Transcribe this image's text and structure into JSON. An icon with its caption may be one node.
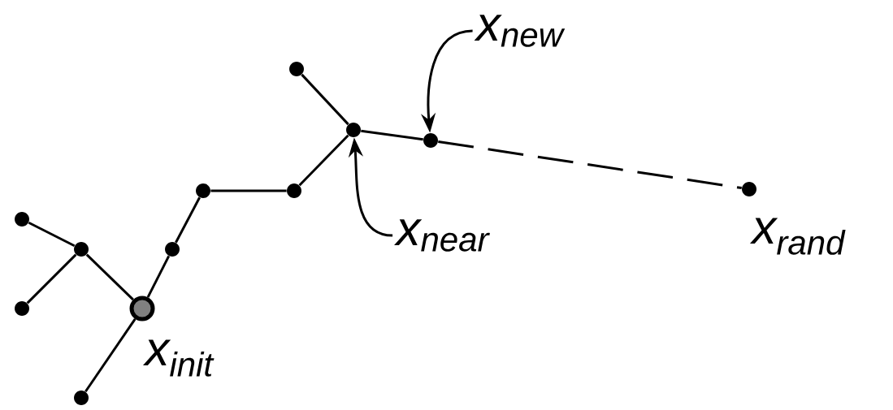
{
  "diagram": {
    "nodes": [
      {
        "text": [],
        "shape": "circle"
      },
      {
        "text": [],
        "shape": "circle"
      },
      {
        "text": [],
        "shape": "circle"
      },
      {
        "text": [],
        "shape": "circle",
        "beside": [
          "x$_{init}$"
        ]
      },
      {
        "text": [],
        "shape": "circle"
      },
      {
        "text": [],
        "shape": "circle"
      },
      {
        "text": [],
        "shape": "circle"
      },
      {
        "text": [],
        "shape": "circle"
      },
      {
        "text": [],
        "shape": "circle"
      },
      {
        "text": [],
        "shape": "circle"
      },
      {
        "text": [],
        "shape": "circle"
      },
      {
        "text": [],
        "shape": "circle",
        "beside": [
          "x$_{rand}$"
        ]
      },
      {
        "text": [
          "x$_{new}$"
        ]
      },
      {
        "text": [
          "x$_{near}$"
        ]
      }
    ],
    "edges": [
      {
        "from": 0,
        "to": 1,
        "arrow": "none"
      },
      {
        "from": 2,
        "to": 1,
        "arrow": "none"
      },
      {
        "from": 1,
        "to": 3,
        "arrow": "none"
      },
      {
        "from": 3,
        "to": 4,
        "arrow": "none"
      },
      {
        "from": 3,
        "to": 5,
        "arrow": "none"
      },
      {
        "from": 5,
        "to": 6,
        "arrow": "none"
      },
      {
        "from": 6,
        "to": 7,
        "arrow": "none"
      },
      {
        "from": 7,
        "to": 9,
        "arrow": "none"
      },
      {
        "from": 9,
        "to": 8,
        "arrow": "none"
      },
      {
        "from": 9,
        "to": 10,
        "arrow": "none"
      },
      {
        "from": 10,
        "to": 11,
        "arrow": "none",
        "style": "dashed"
      },
      {
        "from": 12,
        "to": 10,
        "arrow": "to"
      },
      {
        "from": 13,
        "to": 9,
        "arrow": "to"
      }
    ]
  }
}
